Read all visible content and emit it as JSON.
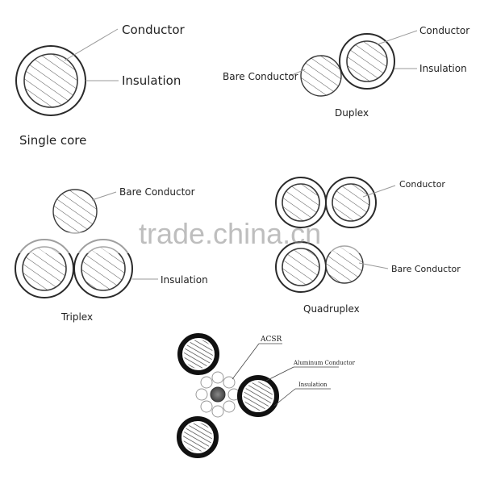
{
  "single_core": {
    "caption": "Single core",
    "conductor_label": "Conductor",
    "insulation_label": "Insulation"
  },
  "duplex": {
    "caption": "Duplex",
    "conductor_label": "Conductor",
    "insulation_label": "Insulation",
    "bare_label": "Bare Conductor"
  },
  "triplex": {
    "caption": "Triplex",
    "bare_label": "Bare Conductor",
    "insulation_label": "Insulation"
  },
  "quadruplex": {
    "caption": "Quadruplex",
    "conductor_label": "Conductor",
    "bare_label": "Bare Conductor"
  },
  "abc": {
    "acsr_label": "ACSR",
    "aluminum_label": "Aluminum Conductor",
    "insulation_label": "Insulation"
  },
  "watermark": "trade.china.cn"
}
